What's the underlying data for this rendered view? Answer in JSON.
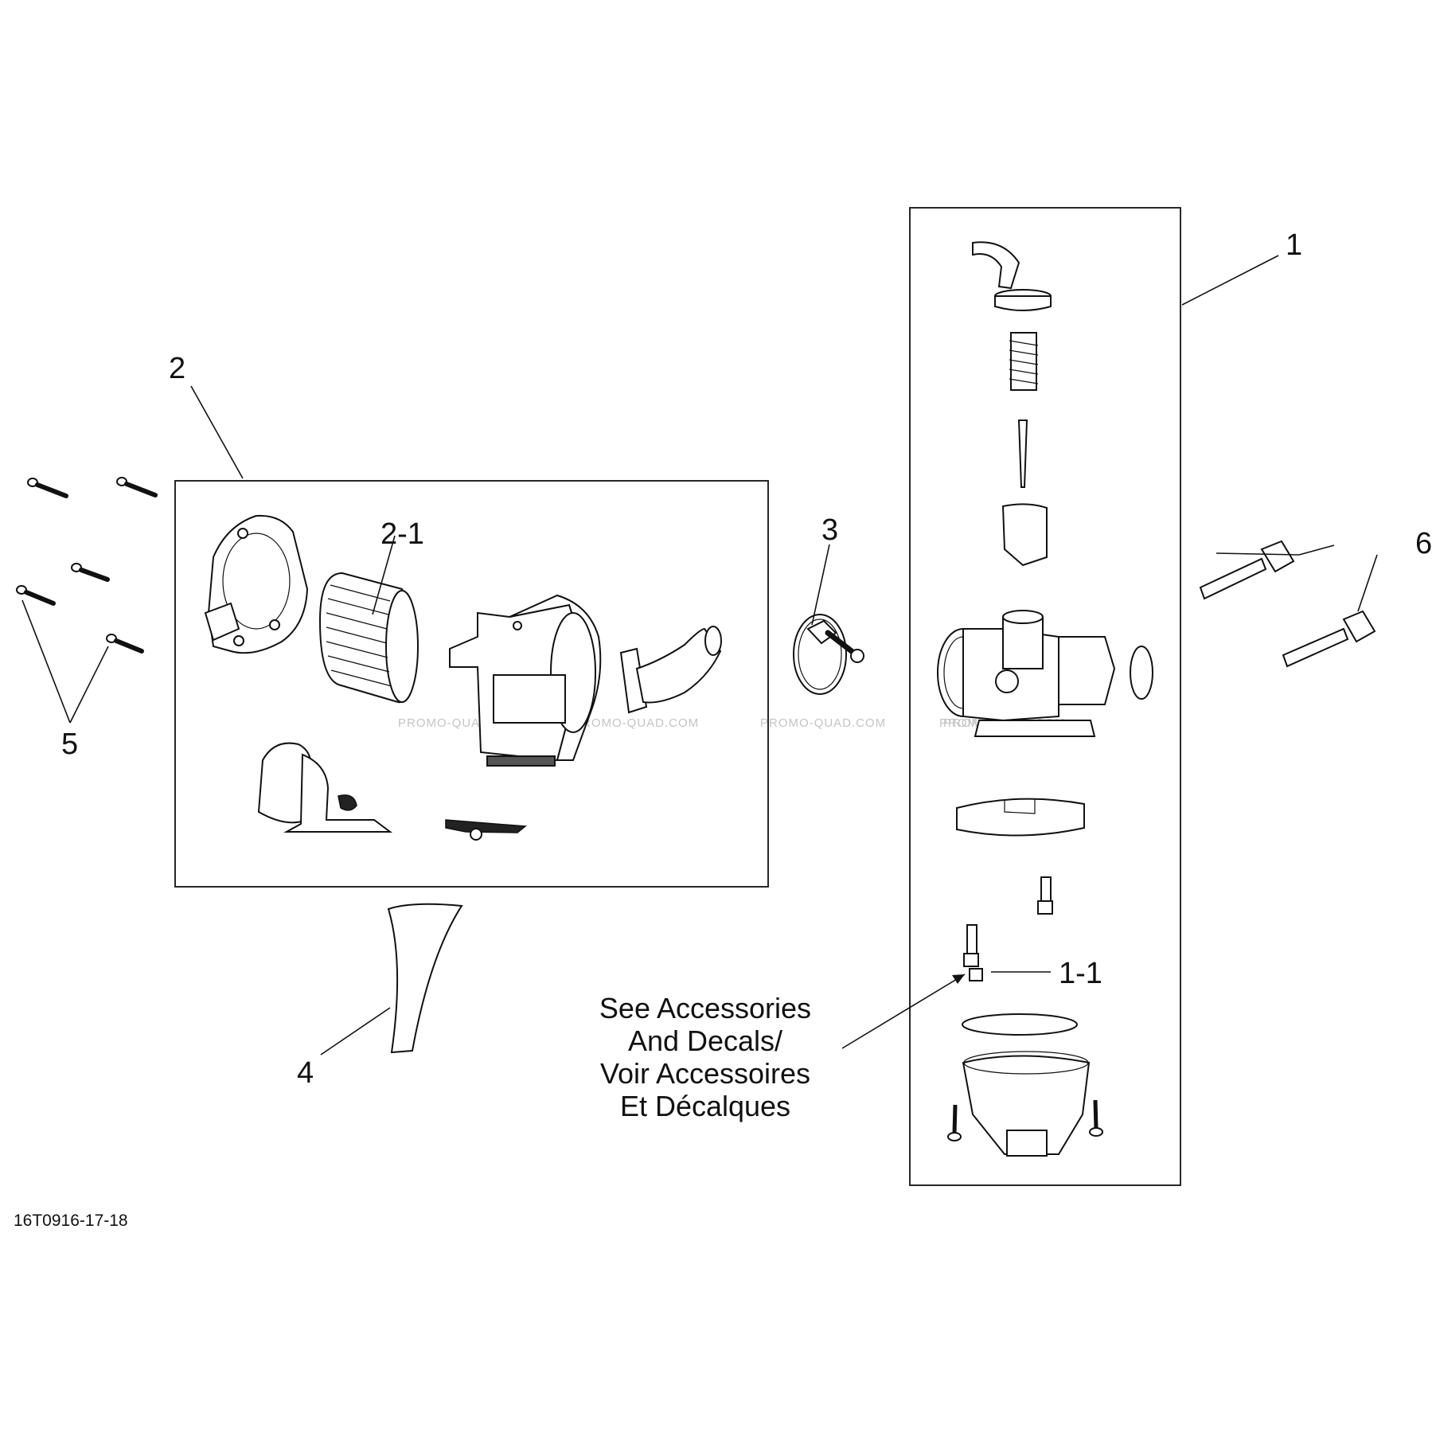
{
  "callouts": {
    "c1": "1",
    "c1_1": "1-1",
    "c2": "2",
    "c2_1": "2-1",
    "c3": "3",
    "c4": "4",
    "c5": "5",
    "c6": "6"
  },
  "note": {
    "line1": "See Accessories",
    "line2": "And Decals/",
    "line3": "Voir Accessoires",
    "line4": "Et Décalques"
  },
  "drawing_id": "16T0916-17-18",
  "watermarks": [
    "PROMO-QUAD.COM",
    "PROMO-QUAD.COM",
    "PROMO-QUAD.COM",
    "PROMO-QUAD.COM",
    "PROMO-QUA"
  ]
}
